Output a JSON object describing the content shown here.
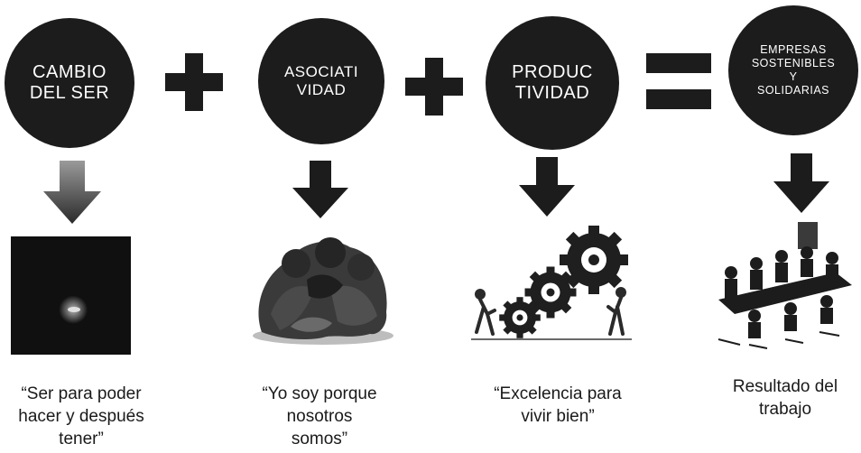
{
  "diagram": {
    "blocks": [
      {
        "circle_lines": [
          "CAMBIO",
          "DEL SER"
        ],
        "caption": "“Ser para poder\nhacer y después\ntener”",
        "picture": "dark-square-with-light"
      },
      {
        "circle_lines": [
          "ASOCIATI",
          "VIDAD"
        ],
        "caption": "“Yo soy porque\nnosotros\nsomos”",
        "picture": "people-huddle"
      },
      {
        "circle_lines": [
          "PRODUC",
          "TIVIDAD"
        ],
        "caption": "“Excelencia para\nvivir bien”",
        "picture": "figures-pushing-gears"
      },
      {
        "circle_lines": [
          "EMPRESAS",
          "SOSTENIBLES",
          "Y",
          "SOLIDARIAS"
        ],
        "caption": "Resultado del\ntrabajo",
        "picture": "meeting-table"
      }
    ],
    "operators": [
      "+",
      "+",
      "="
    ],
    "colors": {
      "circle": "#1c1c1c",
      "circle_text": "#ffffff",
      "arrow": "#1c1c1c",
      "text": "#1a1a1a"
    }
  }
}
